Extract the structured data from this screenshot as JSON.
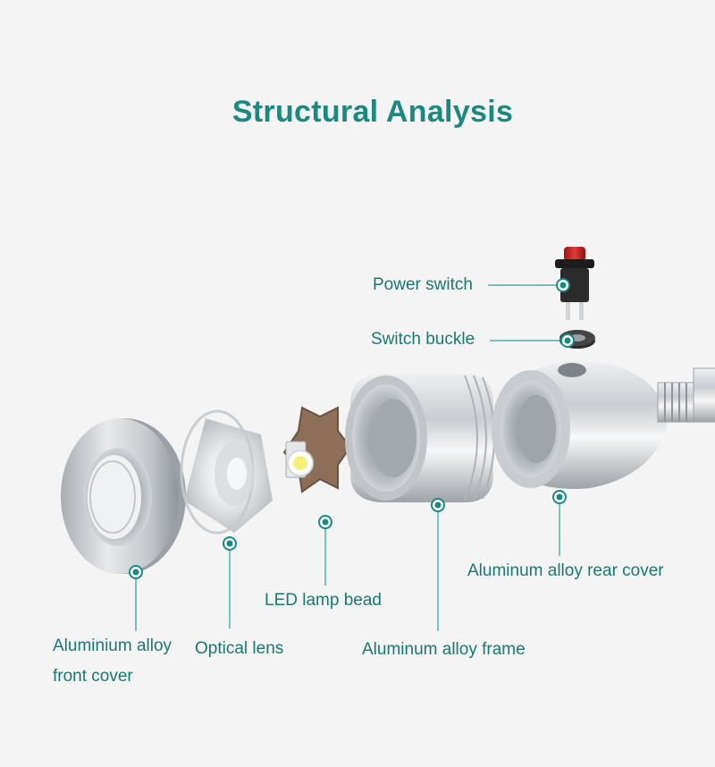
{
  "title": "Structural Analysis",
  "colors": {
    "accent": "#1a8a80",
    "label": "#18796f",
    "background": "#f4f4f4",
    "metal": "#c8ccd0",
    "switch_red": "#d22b2b"
  },
  "labels": {
    "power_switch": "Power switch",
    "switch_buckle": "Switch buckle",
    "rear_cover": "Aluminum alloy rear cover",
    "led_bead": "LED lamp bead",
    "front_cover_line1": "Aluminium alloy",
    "front_cover_line2": "front cover",
    "optical_lens": "Optical lens",
    "frame": "Aluminum alloy frame"
  }
}
